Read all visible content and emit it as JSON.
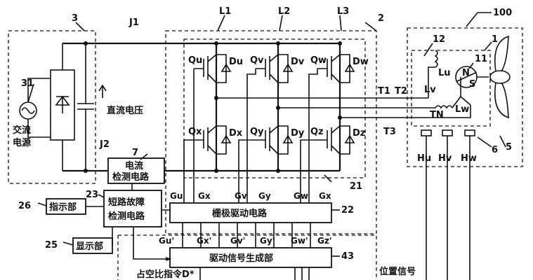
{
  "labels": {
    "ac_ref": "31",
    "ac_source": "交流电源",
    "rect_ref": "3",
    "j1": "J1",
    "j2": "J2",
    "dc_voltage": "直流电压",
    "inverter_ref": "2",
    "sub_ref_21": "21",
    "l1": "L1",
    "l2": "L2",
    "l3": "L3",
    "qu": "Qu",
    "qv": "Qv",
    "qw": "Qw",
    "qx": "Qx",
    "qy": "Qy",
    "qz": "Qz",
    "du": "Du",
    "dv": "Dv",
    "dw": "Dw",
    "dx": "Dx",
    "dy": "Dy",
    "dz": "Dz",
    "t1": "T1",
    "t2": "T2",
    "t3": "T3",
    "motor_ref_100": "100",
    "motor_ref_12": "12",
    "motor_ref_1": "1",
    "motor_ref_11": "11",
    "lu": "Lu",
    "lv": "Lv",
    "lw": "Lw",
    "tn": "TN",
    "rotor_n": "N",
    "rotor_s": "S",
    "fan_ref": "5",
    "sensor_ref": "6",
    "hu": "Hu",
    "hv": "Hv",
    "hw": "Hw",
    "current_ref": "7",
    "current_detect": "电流检测电路",
    "gate_drive": "栅极驱动电路",
    "gate_ref": "22",
    "short_detect": "短路故障检测电路",
    "short_ref": "23",
    "indicator": "指示部",
    "indicator_ref": "26",
    "display": "显示部",
    "display_ref": "25",
    "drive_gen": "驱动信号生成部",
    "drive_ref": "43",
    "gu": "Gu",
    "gx": "Gx",
    "gv": "Gv",
    "gy": "Gy",
    "gw": "Gw",
    "gz": "Gx",
    "gu_p": "Gu'",
    "gx_p": "Gx'",
    "gv_p": "Gv'",
    "gy_p": "Gy'",
    "gw_p": "Gw'",
    "gz_p": "Gz'",
    "duty": "占空比指令D*",
    "position": "位置信号"
  }
}
